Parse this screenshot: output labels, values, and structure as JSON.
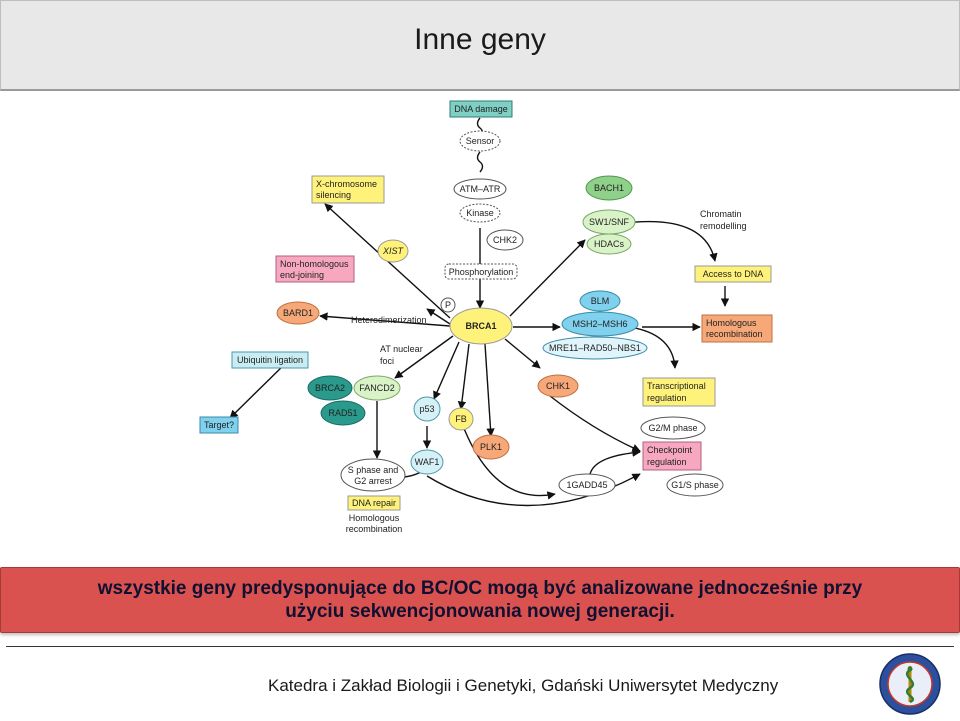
{
  "header": {
    "title": "Inne geny"
  },
  "diagram": {
    "nodes": {
      "dna_damage": "DNA damage",
      "sensor": "Sensor",
      "atm_atr": "ATM–ATR",
      "kinase": "Kinase",
      "chk2": "CHK2",
      "phosphorylation": "Phosphorylation",
      "x_chrom_1": "X-chromosome",
      "x_chrom_2": "silencing",
      "xist": "XIST",
      "nhej_1": "Non-homologous",
      "nhej_2": "end-joining",
      "bard1": "BARD1",
      "heterodim": "Heterodimerization",
      "p": "P",
      "brca1": "BRCA1",
      "ubiq": "Ubiquitin ligation",
      "at_foci_1": "AT nuclear",
      "at_foci_2": "foci",
      "brca2": "BRCA2",
      "rad51": "RAD51",
      "fancd2": "FANCD2",
      "target": "Target?",
      "p53": "p53",
      "fb": "FB",
      "waf1": "WAF1",
      "plk1": "PLK1",
      "s_phase_1": "S phase and",
      "s_phase_2": "G2 arrest",
      "dna_repair": "DNA repair",
      "hr_1": "Homologous",
      "hr_2": "recombination",
      "bach1": "BACH1",
      "sw1snf": "SW1/SNF",
      "hdacs": "HDACs",
      "chrom_rem_1": "Chromatin",
      "chrom_rem_2": "remodelling",
      "access_dna": "Access to DNA",
      "blm": "BLM",
      "msh": "MSH2–MSH6",
      "mre11": "MRE11–RAD50–NBS1",
      "hom_rec_1": "Homologous",
      "hom_rec_2": "recombination",
      "chk1": "CHK1",
      "trans_reg_1": "Transcriptional",
      "trans_reg_2": "regulation",
      "g2m": "G2/M phase",
      "checkpoint_1": "Checkpoint",
      "checkpoint_2": "regulation",
      "gadd45": "1GADD45",
      "g1s": "G1/S phase"
    }
  },
  "banner": {
    "text": "wszystkie geny predysponujące do BC/OC mogą być analizowane jednocześnie przy użyciu sekwencjonowania nowej generacji."
  },
  "footer": {
    "text": "Katedra i Zakład Biologii i Genetyki, Gdański Uniwersytet Medyczny"
  },
  "colors": {
    "banner": "#d9524f",
    "teal": "#7fcfc4",
    "yellow": "#fff27a",
    "pink": "#f7a8c0",
    "orange": "#f6a878",
    "green": "#8fd08a",
    "blue": "#7fd1ee"
  }
}
